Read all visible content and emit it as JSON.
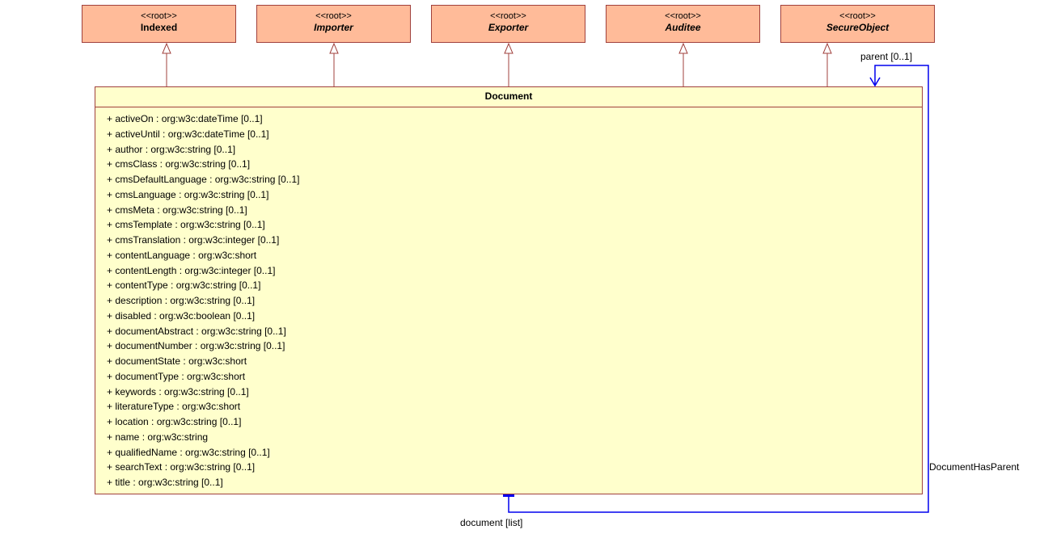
{
  "diagram": {
    "root_classes": [
      {
        "stereotype": "<<root>>",
        "name": "Indexed",
        "italic": false
      },
      {
        "stereotype": "<<root>>",
        "name": "Importer",
        "italic": true
      },
      {
        "stereotype": "<<root>>",
        "name": "Exporter",
        "italic": true
      },
      {
        "stereotype": "<<root>>",
        "name": "Auditee",
        "italic": true
      },
      {
        "stereotype": "<<root>>",
        "name": "SecureObject",
        "italic": true
      }
    ],
    "main_class": {
      "name": "Document",
      "attributes": [
        "+ activeOn : org:w3c:dateTime [0..1]",
        "+ activeUntil : org:w3c:dateTime [0..1]",
        "+ author : org:w3c:string [0..1]",
        "+ cmsClass : org:w3c:string [0..1]",
        "+ cmsDefaultLanguage : org:w3c:string [0..1]",
        "+ cmsLanguage : org:w3c:string [0..1]",
        "+ cmsMeta : org:w3c:string [0..1]",
        "+ cmsTemplate : org:w3c:string [0..1]",
        "+ cmsTranslation : org:w3c:integer [0..1]",
        "+ contentLanguage : org:w3c:short",
        "+ contentLength : org:w3c:integer [0..1]",
        "+ contentType : org:w3c:string [0..1]",
        "+ description : org:w3c:string [0..1]",
        "+ disabled : org:w3c:boolean [0..1]",
        "+ documentAbstract : org:w3c:string [0..1]",
        "+ documentNumber : org:w3c:string [0..1]",
        "+ documentState : org:w3c:short",
        "+ documentType : org:w3c:short",
        "+ keywords : org:w3c:string [0..1]",
        "+ literatureType : org:w3c:short",
        "+ location : org:w3c:string [0..1]",
        "+ name : org:w3c:string",
        "+ qualifiedName : org:w3c:string [0..1]",
        "+ searchText : org:w3c:string [0..1]",
        "+ title : org:w3c:string [0..1]"
      ]
    },
    "association": {
      "name": "DocumentHasParent",
      "target_role": "parent [0..1]",
      "source_role": "document [list]"
    },
    "colors": {
      "root_fill": "#ffbb99",
      "class_fill": "#ffffcc",
      "border": "#a0403c",
      "association": "#0000ee"
    }
  }
}
